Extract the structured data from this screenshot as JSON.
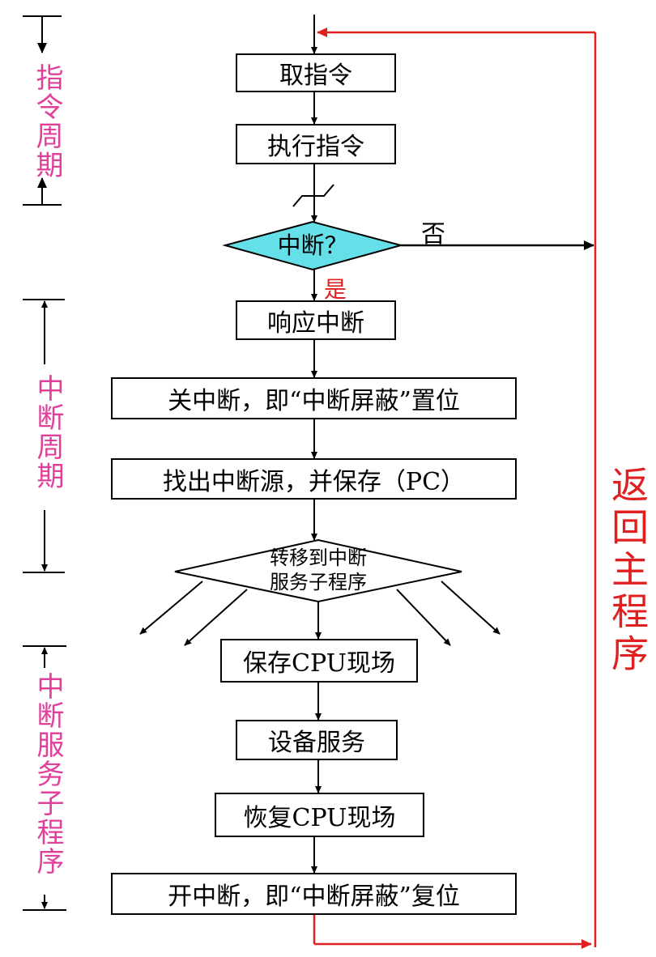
{
  "steps": {
    "fetch": "取指令",
    "execute": "执行指令",
    "decision": "中断？",
    "respond": "响应中断",
    "disable": "关中断，即“中断屏蔽”置位",
    "find_source": "找出中断源，并保存（PC）",
    "transfer_line1": "转移到中断",
    "transfer_line2": "服务子程序",
    "save_context": "保存CPU现场",
    "service": "设备服务",
    "restore_context": "恢复CPU现场",
    "enable": "开中断，即“中断屏蔽”复位"
  },
  "branches": {
    "no": "否",
    "yes": "是"
  },
  "side_labels": {
    "instruction_cycle": "指令周期",
    "interrupt_cycle": "中断周期",
    "interrupt_service": "中断服务子程序",
    "return_main": "返回主程序"
  },
  "colors": {
    "decision_fill": "#66e0e8",
    "return_line": "#e02020",
    "side_label": "#e0409a"
  }
}
